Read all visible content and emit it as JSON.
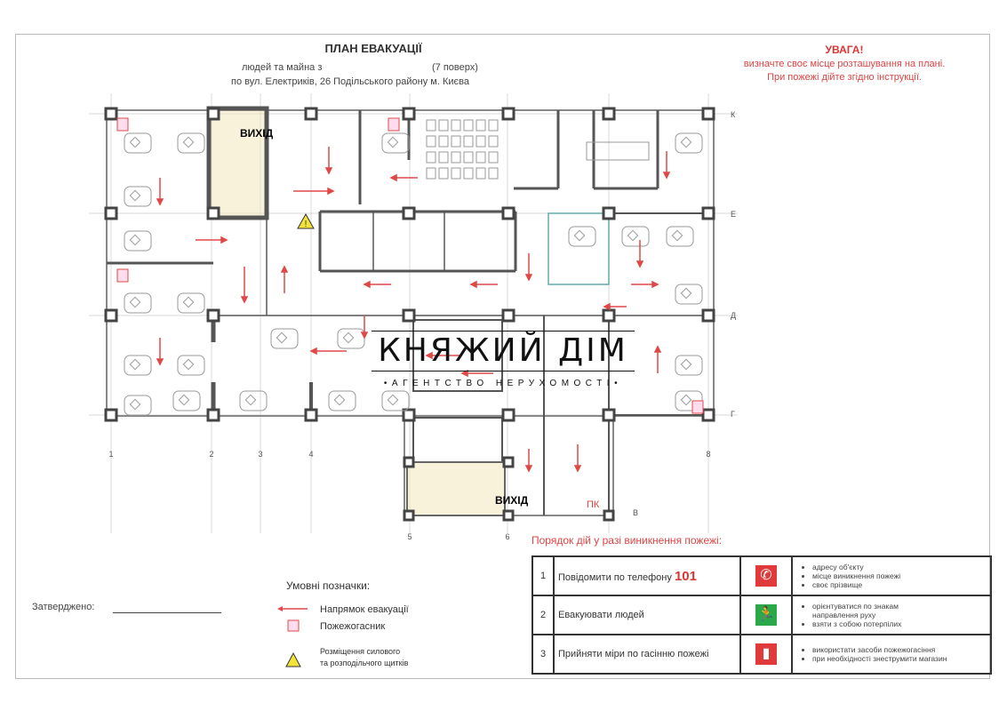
{
  "header": {
    "title": "ПЛАН ЕВАКУАЦІЇ",
    "subtitle_line1": "людей  та майна з",
    "subtitle_floor": "(7 поверх)",
    "subtitle_line2": "по вул. Електриків, 26 Подільського району м. Києва"
  },
  "warning": {
    "title": "УВАГА!",
    "line1": "визначте своє місце розташування на плані.",
    "line2": "При пожежі дійте згідно інструкції."
  },
  "plan": {
    "exit_label_top": "ВИХІД",
    "exit_label_bottom": "ВИХІД",
    "hydrant_label": "ПК",
    "axis_numbers": [
      "1",
      "2",
      "3",
      "4",
      "5",
      "6",
      "8"
    ],
    "axis_letters": [
      "К",
      "Е",
      "Д",
      "Г",
      "В"
    ],
    "colors": {
      "walls": "#555555",
      "arrows": "#e04848",
      "stairs": "#f3e6b8"
    }
  },
  "watermark": {
    "name": "КНЯЖИЙ ДІМ",
    "tagline": "•АГЕНТСТВО НЕРУХОМОСТІ•"
  },
  "approved": {
    "label": "Затверджено:"
  },
  "legend": {
    "title": "Умовні позначки:",
    "items": [
      {
        "icon": "arrow-left-icon",
        "label": "Напрямок евакуації"
      },
      {
        "icon": "extinguisher-icon",
        "label": "Пожежогасник"
      },
      {
        "icon": "warning-triangle-icon",
        "label": "Розміщення силового",
        "label2": "та розподільчого щитків"
      }
    ]
  },
  "actions": {
    "title": "Порядок дій у разі виникнення пожежі:",
    "rows": [
      {
        "num": "1",
        "label": "Повідомити по телефону",
        "phone": "101",
        "icon": "phone-icon",
        "color": "#e03a3a",
        "notes": [
          "адресу об'єкту",
          "місце виникнення пожежі",
          "своє прізвище"
        ]
      },
      {
        "num": "2",
        "label": "Евакуювати людей",
        "icon": "emergency-exit-icon",
        "color": "#2aa84a",
        "notes": [
          "орієнтуватися по знакам",
          "направлення руху",
          "взяти з собою потерпілих"
        ]
      },
      {
        "num": "3",
        "label": "Прийняти міри по гасінню пожежі",
        "icon": "fire-extinguisher-icon",
        "color": "#e03a3a",
        "notes": [
          "використати засоби пожежогасіння",
          "при необхідності знеструмити магазин"
        ]
      }
    ]
  }
}
